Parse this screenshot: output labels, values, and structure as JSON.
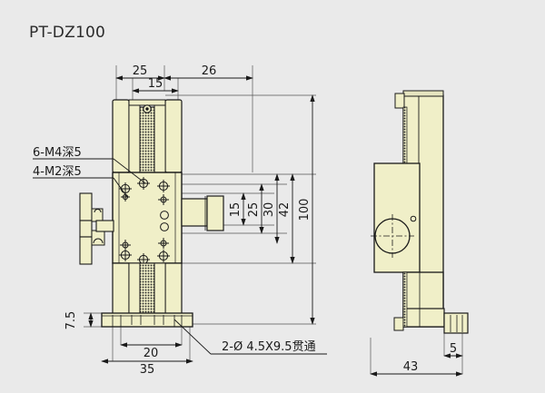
{
  "page": {
    "title": "PT-DZ100",
    "background_color": "#eaeaea",
    "part_fill_color": "#f0efc8",
    "line_color": "#1a1a1a"
  },
  "drawing": {
    "type": "engineering-dimension-drawing",
    "part_number": "PT-DZ100",
    "views": [
      {
        "name": "front-view",
        "label": ""
      },
      {
        "name": "side-view",
        "label": ""
      }
    ],
    "notes": [
      {
        "id": "note-6-m4",
        "text": "6-M4深5"
      },
      {
        "id": "note-4-m2",
        "text": "4-M2深5"
      },
      {
        "id": "note-thru-hole",
        "text": "2-Ø 4.5X9.5贯通"
      }
    ],
    "dimensions": {
      "front_top": [
        {
          "id": "dim-25",
          "value": "25"
        },
        {
          "id": "dim-26",
          "value": "26"
        },
        {
          "id": "dim-15",
          "value": "15"
        }
      ],
      "front_right_vertical": [
        {
          "id": "dim-v-15",
          "value": "15"
        },
        {
          "id": "dim-v-25",
          "value": "25"
        },
        {
          "id": "dim-v-30",
          "value": "30"
        },
        {
          "id": "dim-v-42",
          "value": "42"
        },
        {
          "id": "dim-v-100",
          "value": "100"
        }
      ],
      "front_bottom": [
        {
          "id": "dim-20",
          "value": "20"
        },
        {
          "id": "dim-35",
          "value": "35"
        }
      ],
      "front_left_vertical": [
        {
          "id": "dim-7p5",
          "value": "7.5"
        }
      ],
      "side_bottom": [
        {
          "id": "dim-5",
          "value": "5"
        },
        {
          "id": "dim-43",
          "value": "43"
        }
      ]
    }
  }
}
